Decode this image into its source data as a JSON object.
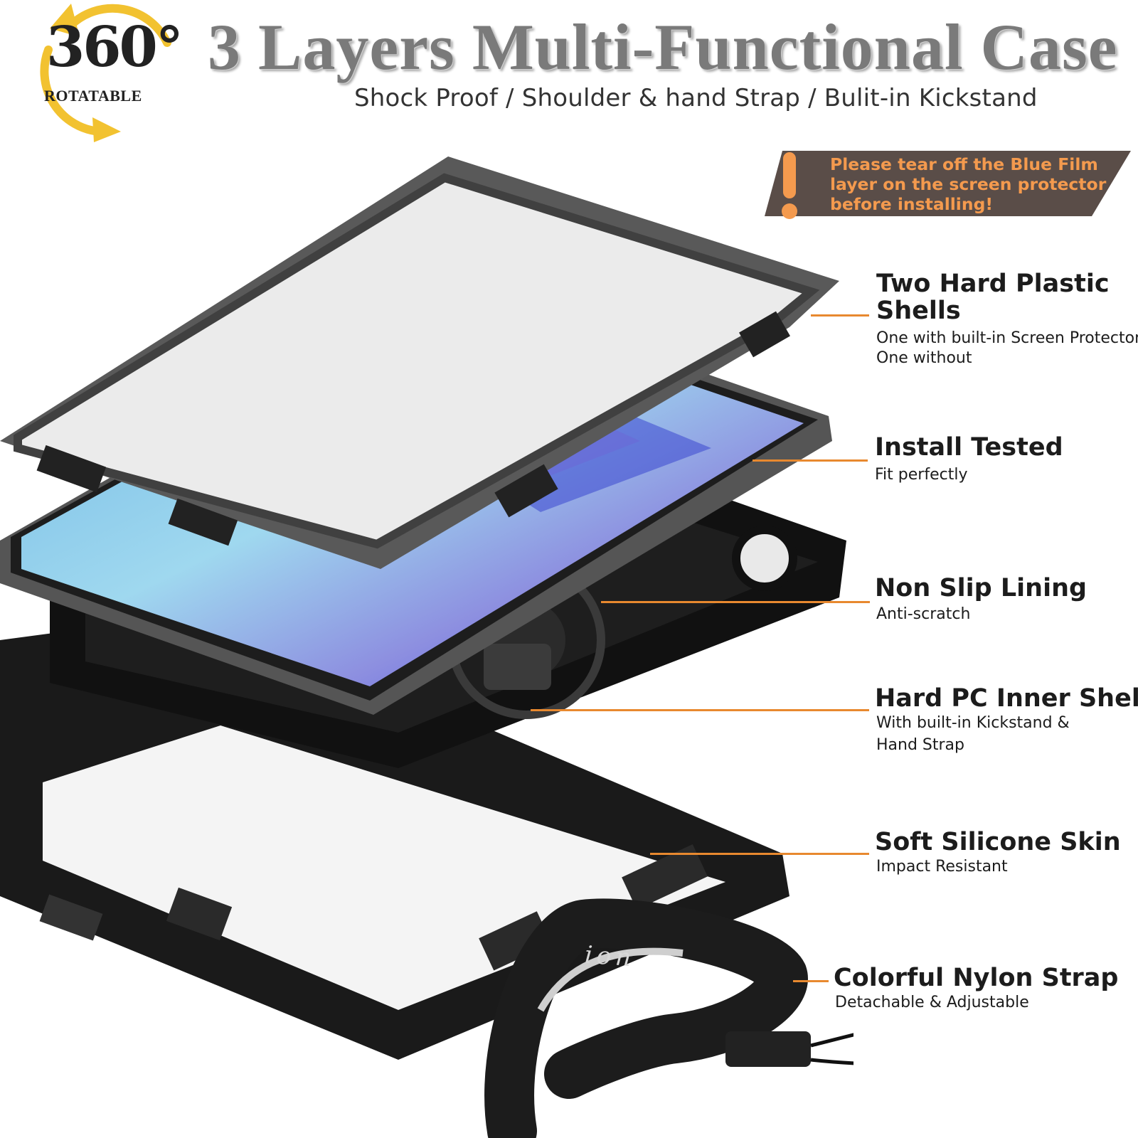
{
  "badge": {
    "number": "360°",
    "label": "ROTATABLE",
    "arrow_color": "#f2c230"
  },
  "title": "3 Layers Multi-Functional Case",
  "subtitle": "Shock Proof / Shoulder & hand Strap / Bulit-in Kickstand",
  "notice": {
    "text": "Please tear off the Blue Film layer on the screen protector before installing!",
    "icon": "exclamation-icon",
    "text_color": "#f49a4e",
    "background_color": "#5a4d48"
  },
  "features": [
    {
      "title": "Two Hard Plastic Shells",
      "desc": [
        "One with built-in Screen Protector",
        "One without"
      ]
    },
    {
      "title": "Install Tested",
      "desc": [
        "Fit perfectly"
      ]
    },
    {
      "title": "Non Slip Lining",
      "desc": [
        "Anti-scratch"
      ]
    },
    {
      "title": "Hard PC Inner Shell",
      "desc": [
        "With built-in Kickstand &",
        "Hand Strap"
      ]
    },
    {
      "title": "Soft Silicone Skin",
      "desc": [
        "Impact Resistant"
      ]
    },
    {
      "title": "Colorful Nylon Strap",
      "desc": [
        "Detachable & Adjustable"
      ]
    }
  ],
  "accent_color": "#e8892f",
  "strap_lettering": "ion"
}
